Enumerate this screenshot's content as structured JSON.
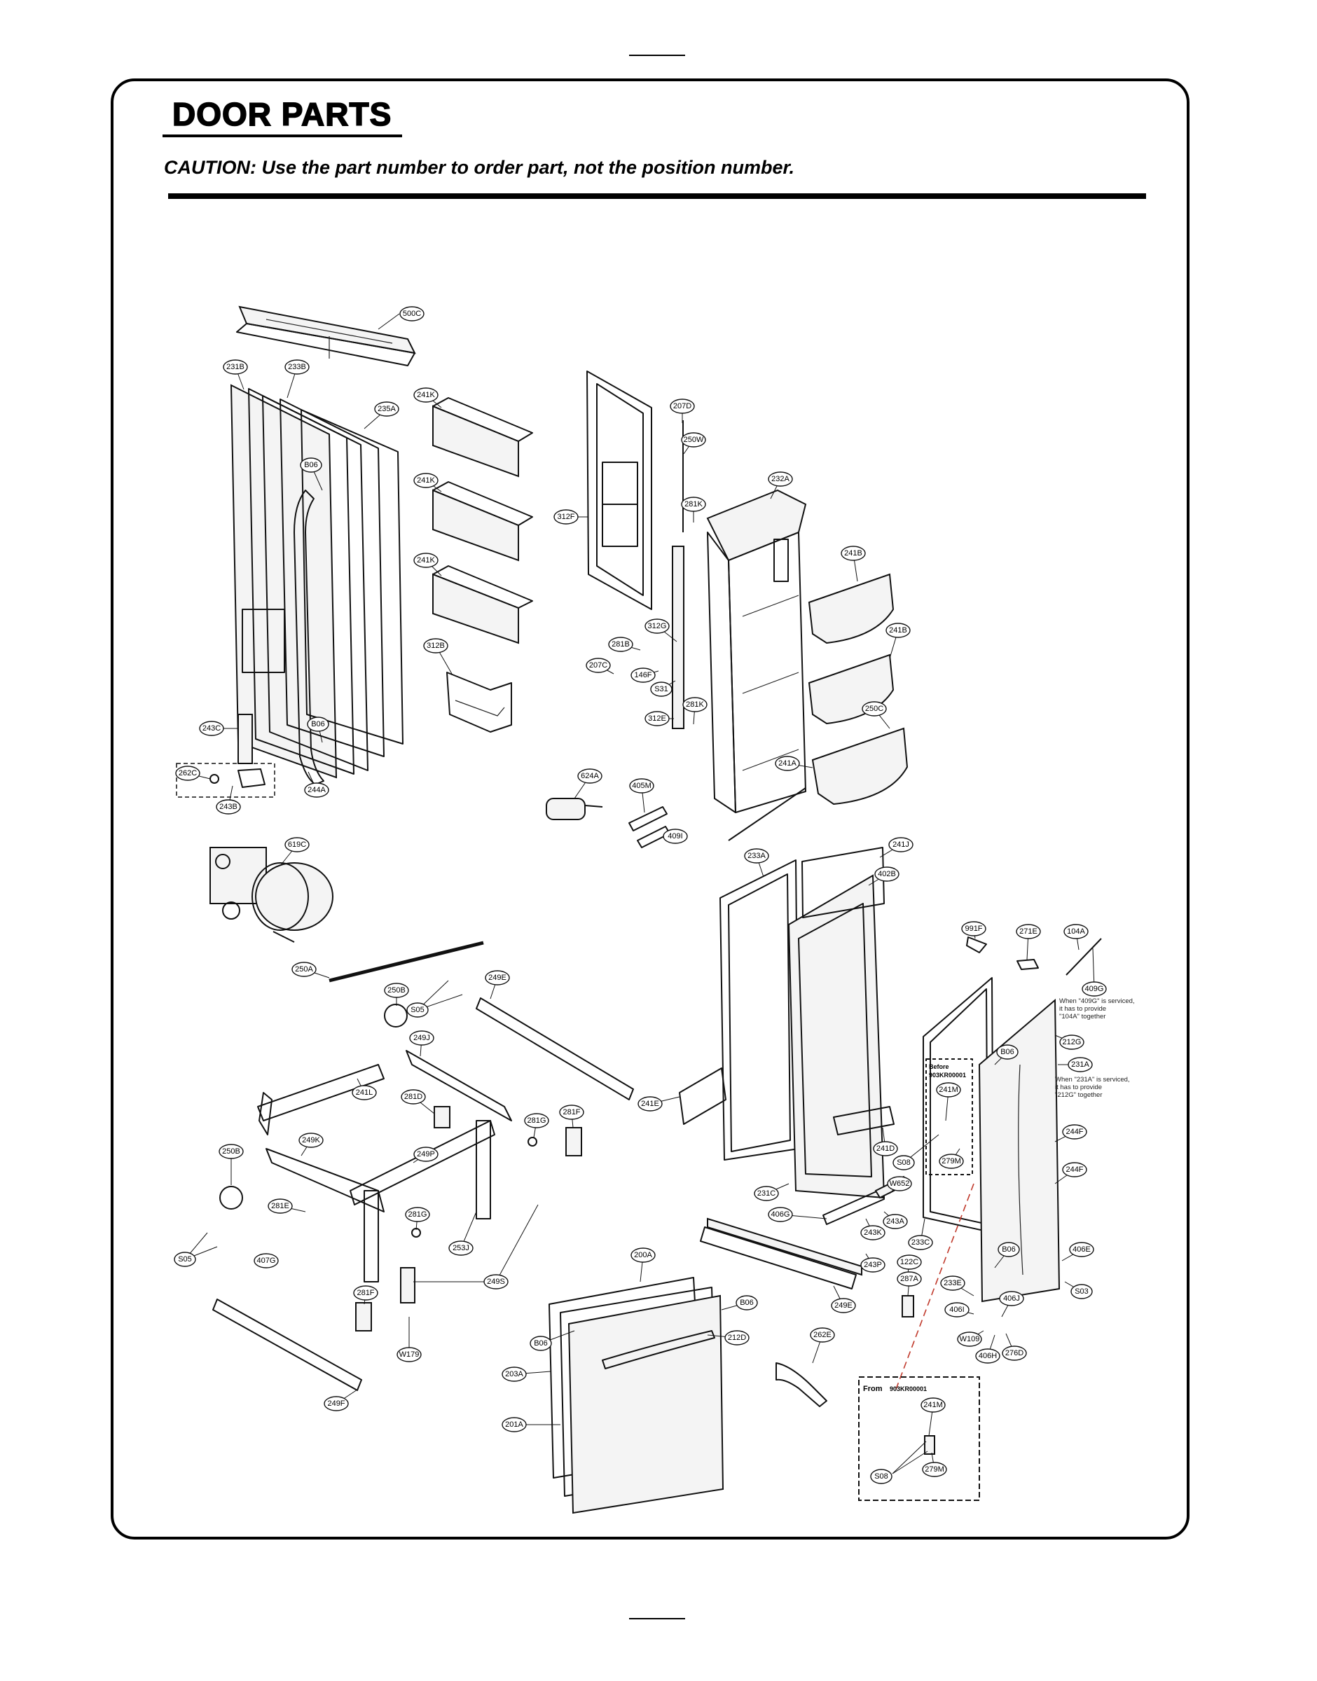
{
  "header": {
    "title": "DOOR PARTS",
    "caution": "CAUTION: Use the part number to order part, not the position number."
  },
  "notes": {
    "n409g": [
      "When \"409G\" is serviced,",
      "it has to provide",
      "\"104A\" together"
    ],
    "n231a": [
      "When \"231A\" is serviced,",
      "it has to provide",
      "\"212G\" together"
    ]
  },
  "insets": {
    "before_title": "Before",
    "before_serial": "903KR00001",
    "from_title": "From",
    "from_serial": "903KR00001"
  },
  "callouts": [
    {
      "id": "c-500C",
      "text": "500C"
    },
    {
      "id": "c-231B",
      "text": "231B"
    },
    {
      "id": "c-233B",
      "text": "233B"
    },
    {
      "id": "c-235A",
      "text": "235A"
    },
    {
      "id": "c-241K-1",
      "text": "241K"
    },
    {
      "id": "c-241K-2",
      "text": "241K"
    },
    {
      "id": "c-241K-3",
      "text": "241K"
    },
    {
      "id": "c-B06-1",
      "text": "B06"
    },
    {
      "id": "c-B06-2",
      "text": "B06"
    },
    {
      "id": "c-312B",
      "text": "312B"
    },
    {
      "id": "c-243C",
      "text": "243C"
    },
    {
      "id": "c-262C",
      "text": "262C"
    },
    {
      "id": "c-243B",
      "text": "243B"
    },
    {
      "id": "c-244A",
      "text": "244A"
    },
    {
      "id": "c-207D",
      "text": "207D"
    },
    {
      "id": "c-250W",
      "text": "250W"
    },
    {
      "id": "c-281K-1",
      "text": "281K"
    },
    {
      "id": "c-312F",
      "text": "312F"
    },
    {
      "id": "c-232A",
      "text": "232A"
    },
    {
      "id": "c-241B-1",
      "text": "241B"
    },
    {
      "id": "c-241B-2",
      "text": "241B"
    },
    {
      "id": "c-312G",
      "text": "312G"
    },
    {
      "id": "c-281B",
      "text": "281B"
    },
    {
      "id": "c-207C",
      "text": "207C"
    },
    {
      "id": "c-146F",
      "text": "146F"
    },
    {
      "id": "c-S31",
      "text": "S31"
    },
    {
      "id": "c-281K-2",
      "text": "281K"
    },
    {
      "id": "c-312E",
      "text": "312E"
    },
    {
      "id": "c-250C",
      "text": "250C"
    },
    {
      "id": "c-241A",
      "text": "241A"
    },
    {
      "id": "c-624A",
      "text": "624A"
    },
    {
      "id": "c-405M",
      "text": "405M"
    },
    {
      "id": "c-409I",
      "text": "409I"
    },
    {
      "id": "c-619C",
      "text": "619C"
    },
    {
      "id": "c-233A-1",
      "text": "233A"
    },
    {
      "id": "c-241J",
      "text": "241J"
    },
    {
      "id": "c-402B",
      "text": "402B"
    },
    {
      "id": "c-991F",
      "text": "991F"
    },
    {
      "id": "c-271E",
      "text": "271E"
    },
    {
      "id": "c-104A",
      "text": "104A"
    },
    {
      "id": "c-409G",
      "text": "409G"
    },
    {
      "id": "c-250A",
      "text": "250A"
    },
    {
      "id": "c-250B-1",
      "text": "250B"
    },
    {
      "id": "c-S05-1",
      "text": "S05"
    },
    {
      "id": "c-249E-1",
      "text": "249E"
    },
    {
      "id": "c-249J",
      "text": "249J"
    },
    {
      "id": "c-212G",
      "text": "212G"
    },
    {
      "id": "c-B06-3",
      "text": "B06"
    },
    {
      "id": "c-231A",
      "text": "231A"
    },
    {
      "id": "c-241L",
      "text": "241L"
    },
    {
      "id": "c-281D",
      "text": "281D"
    },
    {
      "id": "c-281F-1",
      "text": "281F"
    },
    {
      "id": "c-281G-1",
      "text": "281G"
    },
    {
      "id": "c-241E",
      "text": "241E"
    },
    {
      "id": "c-241M-1",
      "text": "241M"
    },
    {
      "id": "c-244F-1",
      "text": "244F"
    },
    {
      "id": "c-250B-2",
      "text": "250B"
    },
    {
      "id": "c-249K",
      "text": "249K"
    },
    {
      "id": "c-249P",
      "text": "249P"
    },
    {
      "id": "c-241D",
      "text": "241D"
    },
    {
      "id": "c-S08-1",
      "text": "S08"
    },
    {
      "id": "c-279M-1",
      "text": "279M"
    },
    {
      "id": "c-244F-2",
      "text": "244F"
    },
    {
      "id": "c-W652",
      "text": "W652"
    },
    {
      "id": "c-281E",
      "text": "281E"
    },
    {
      "id": "c-281G-2",
      "text": "281G"
    },
    {
      "id": "c-231C",
      "text": "231C"
    },
    {
      "id": "c-406G",
      "text": "406G"
    },
    {
      "id": "c-243A",
      "text": "243A"
    },
    {
      "id": "c-243K",
      "text": "243K"
    },
    {
      "id": "c-233C",
      "text": "233C"
    },
    {
      "id": "c-B06-4",
      "text": "B06"
    },
    {
      "id": "c-406E",
      "text": "406E"
    },
    {
      "id": "c-S05-2",
      "text": "S05"
    },
    {
      "id": "c-407G",
      "text": "407G"
    },
    {
      "id": "c-253J",
      "text": "253J"
    },
    {
      "id": "c-200A",
      "text": "200A"
    },
    {
      "id": "c-243P",
      "text": "243P"
    },
    {
      "id": "c-122C",
      "text": "122C"
    },
    {
      "id": "c-287A",
      "text": "287A"
    },
    {
      "id": "c-233E",
      "text": "233E"
    },
    {
      "id": "c-S03",
      "text": "S03"
    },
    {
      "id": "c-249S",
      "text": "249S"
    },
    {
      "id": "c-281F-2",
      "text": "281F"
    },
    {
      "id": "c-B06-5",
      "text": "B06"
    },
    {
      "id": "c-249E-2",
      "text": "249E"
    },
    {
      "id": "c-406I",
      "text": "406I"
    },
    {
      "id": "c-406J",
      "text": "406J"
    },
    {
      "id": "c-W109",
      "text": "W109"
    },
    {
      "id": "c-406H",
      "text": "406H"
    },
    {
      "id": "c-276D",
      "text": "276D"
    },
    {
      "id": "c-B06-6",
      "text": "B06"
    },
    {
      "id": "c-212D",
      "text": "212D"
    },
    {
      "id": "c-262E",
      "text": "262E"
    },
    {
      "id": "c-W179",
      "text": "W179"
    },
    {
      "id": "c-203A",
      "text": "203A"
    },
    {
      "id": "c-249F",
      "text": "249F"
    },
    {
      "id": "c-201A",
      "text": "201A"
    },
    {
      "id": "c-241M-2",
      "text": "241M"
    },
    {
      "id": "c-S08-2",
      "text": "S08"
    },
    {
      "id": "c-279M-2",
      "text": "279M"
    }
  ]
}
